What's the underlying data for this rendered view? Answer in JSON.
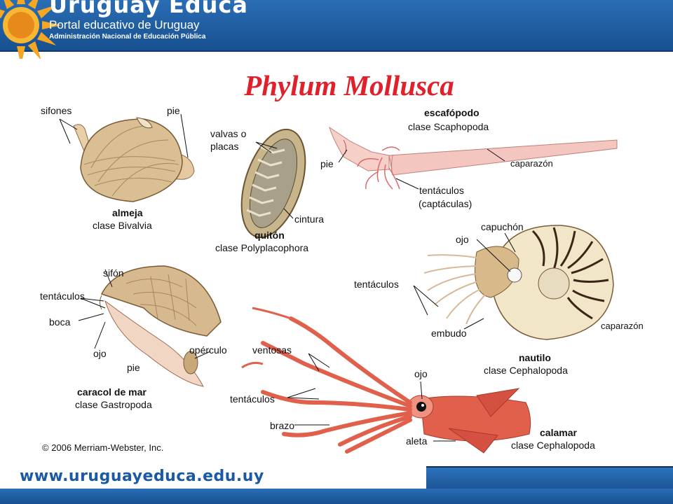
{
  "header": {
    "brand_title": "Uruguay Educa",
    "brand_subtitle": "Portal educativo de Uruguay",
    "brand_subtitle2": "Administración Nacional de Educación Pública"
  },
  "slide": {
    "title": "Phylum Mollusca"
  },
  "labels": {
    "almeja": {
      "sifones": "sifones",
      "pie": "pie",
      "name": "almeja",
      "clase": "clase Bivalvia"
    },
    "quiton": {
      "valvas1": "valvas o",
      "valvas2": "placas",
      "cintura": "cintura",
      "name": "quitón",
      "clase": "clase Polyplacophora"
    },
    "escafopodo": {
      "name": "escafópodo",
      "clase": "clase Scaphopoda",
      "pie": "pie",
      "caparazon": "caparazón",
      "tentaculos1": "tentáculos",
      "tentaculos2": "(captáculas)"
    },
    "nautilo": {
      "capuchon": "capuchón",
      "ojo": "ojo",
      "tentaculos": "tentáculos",
      "embudo": "embudo",
      "caparazon": "caparazón",
      "name": "nautilo",
      "clase": "clase Cephalopoda"
    },
    "caracol": {
      "sifon": "sifón",
      "tentaculos": "tentáculos",
      "boca": "boca",
      "ojo": "ojo",
      "pie": "pie",
      "operculo": "opérculo",
      "name": "caracol de mar",
      "clase": "clase Gastropoda"
    },
    "calamar": {
      "ventosas": "ventosas",
      "ojo": "ojo",
      "tentaculos": "tentáculos",
      "brazo": "brazo",
      "aleta": "aleta",
      "name": "calamar",
      "clase": "clase Cephalopoda"
    }
  },
  "copyright": "© 2006 Merriam-Webster, Inc.",
  "footer": {
    "url": "www.uruguayeduca.edu.uy"
  },
  "colors": {
    "header_blue": "#1f5fa6",
    "title_red": "#e0202a"
  }
}
